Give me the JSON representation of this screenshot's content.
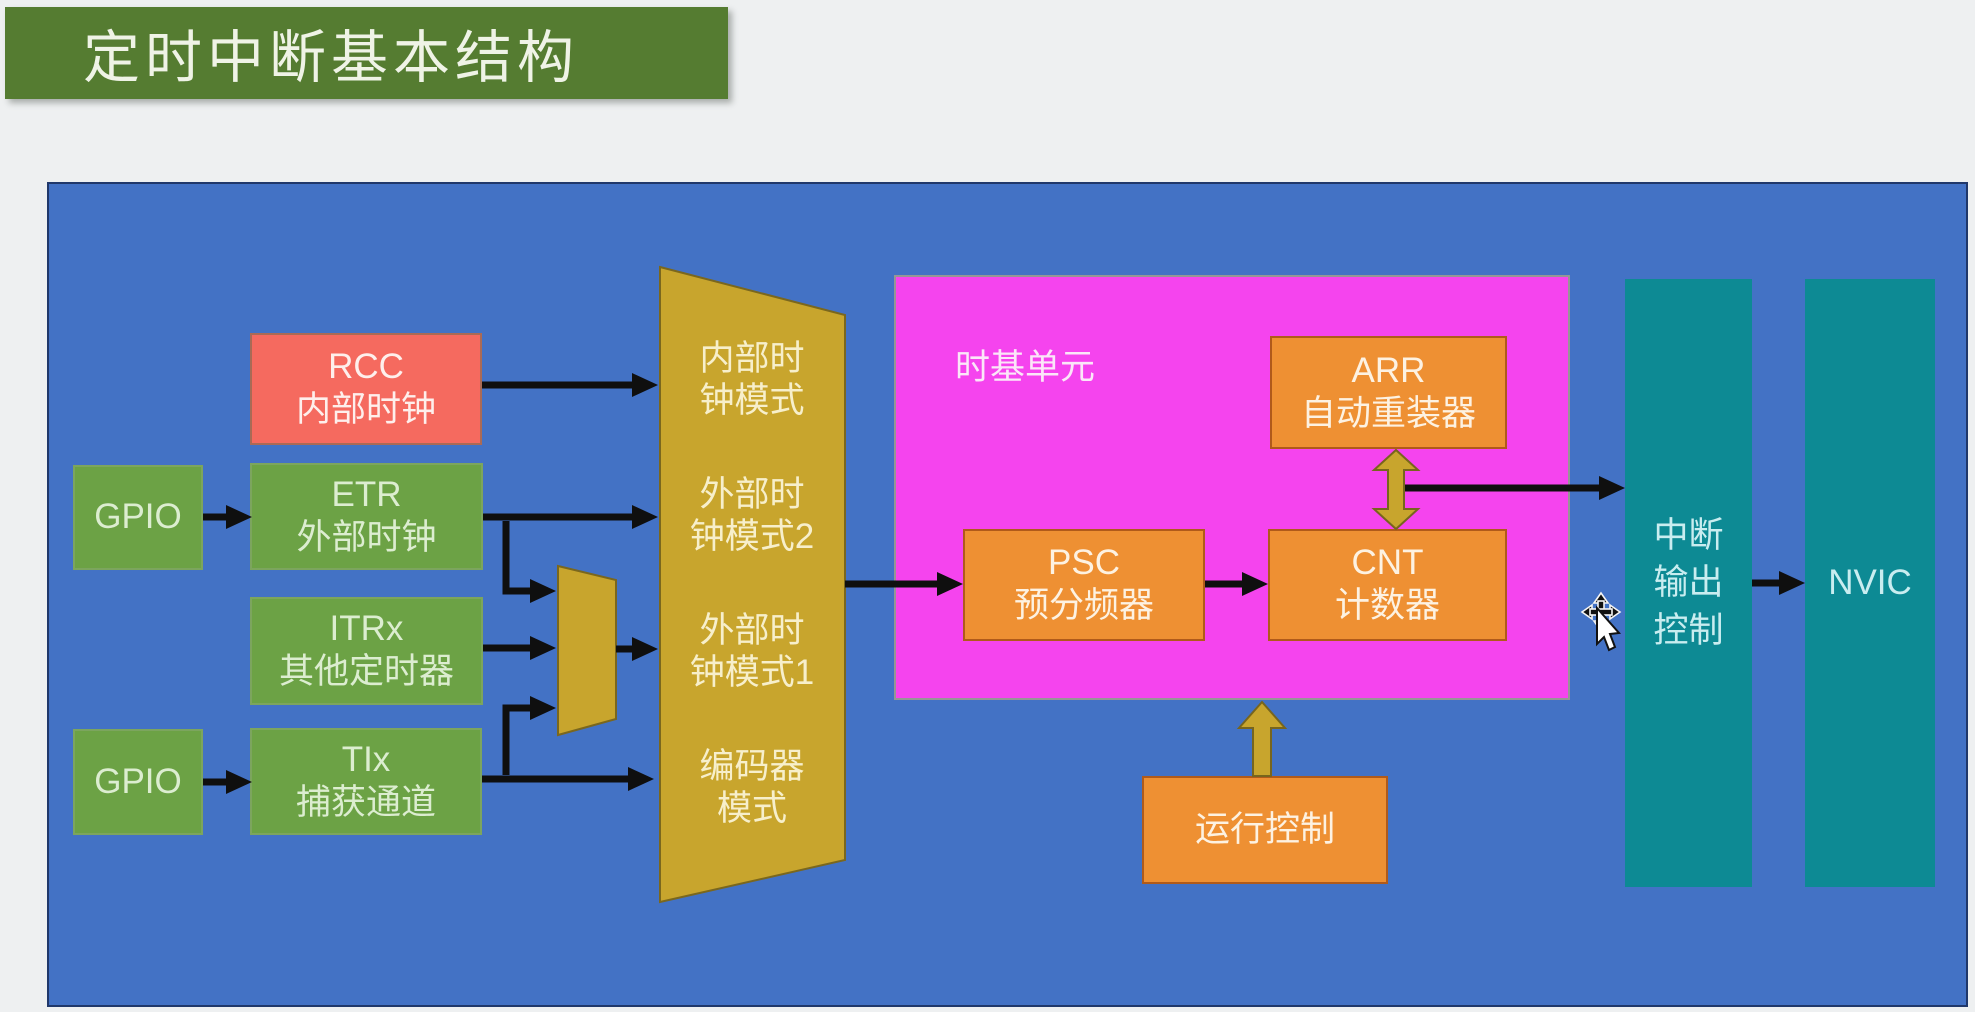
{
  "title": "定时中断基本结构",
  "diagram": {
    "rcc": {
      "line1": "RCC",
      "line2": "内部时钟"
    },
    "gpio_top": "GPIO",
    "etr": {
      "line1": "ETR",
      "line2": "外部时钟"
    },
    "itrx": {
      "line1": "ITRx",
      "line2": "其他定时器"
    },
    "gpio_bottom": "GPIO",
    "tix": {
      "line1": "TIx",
      "line2": "捕获通道"
    },
    "clock_modes": [
      {
        "line1": "内部时",
        "line2": "钟模式"
      },
      {
        "line1": "外部时",
        "line2": "钟模式2"
      },
      {
        "line1": "外部时",
        "line2": "钟模式1"
      },
      {
        "line1": "编码器",
        "line2": "模式"
      }
    ],
    "time_base_unit_label": "时基单元",
    "arr": {
      "line1": "ARR",
      "line2": "自动重装器"
    },
    "psc": {
      "line1": "PSC",
      "line2": "预分频器"
    },
    "cnt": {
      "line1": "CNT",
      "line2": "计数器"
    },
    "run_control": "运行控制",
    "interrupt_output": {
      "line1": "中断",
      "line2": "输出",
      "line3": "控制"
    },
    "nvic": "NVIC"
  },
  "colors": {
    "background": "#eef0f1",
    "panel_blue": "#4372c5",
    "banner_green": "#557c31",
    "box_green": "#6ca245",
    "box_red": "#f56a5f",
    "gold": "#c8a52d",
    "magenta": "#f544ee",
    "orange": "#ee9033",
    "teal": "#0d8a94",
    "arrow_black": "#0f0f0f"
  }
}
